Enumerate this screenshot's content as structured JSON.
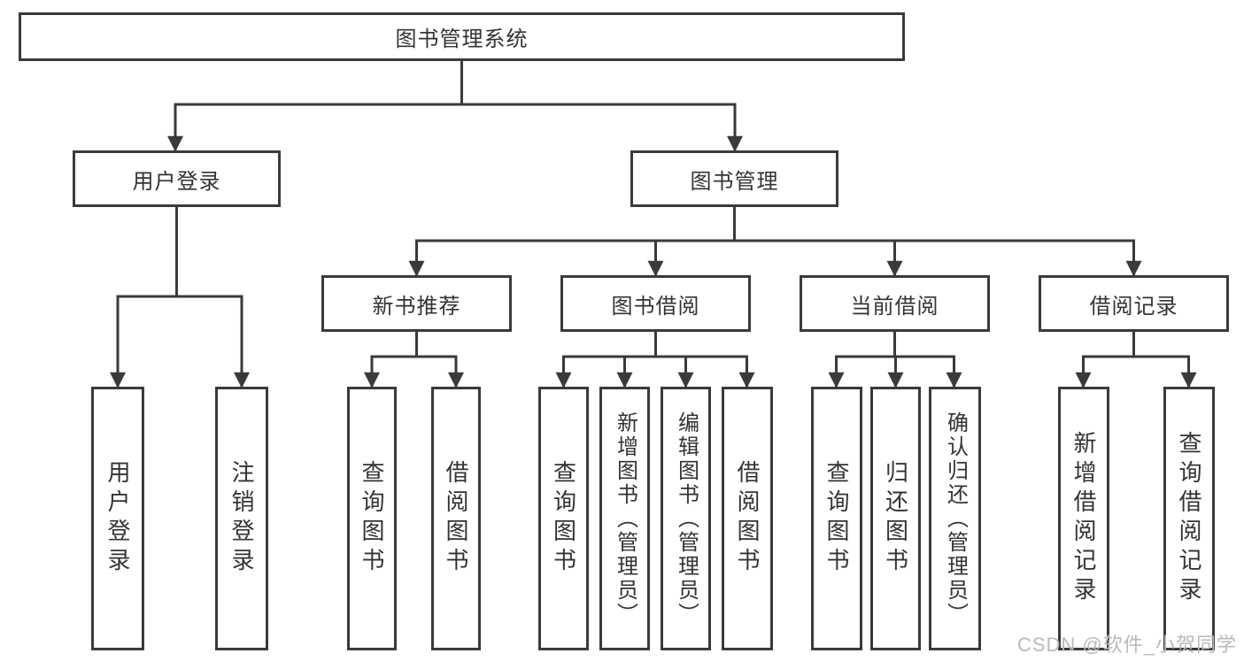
{
  "tree": {
    "label": "图书管理系统",
    "children": [
      {
        "label": "用户登录",
        "children": [
          {
            "label": "用户登录"
          },
          {
            "label": "注销登录"
          }
        ]
      },
      {
        "label": "图书管理",
        "children": [
          {
            "label": "新书推荐",
            "children": [
              {
                "label": "查询图书"
              },
              {
                "label": "借阅图书"
              }
            ]
          },
          {
            "label": "图书借阅",
            "children": [
              {
                "label": "查询图书"
              },
              {
                "label": "新增图书（管理员）"
              },
              {
                "label": "编辑图书（管理员）"
              },
              {
                "label": "借阅图书"
              }
            ]
          },
          {
            "label": "当前借阅",
            "children": [
              {
                "label": "查询图书"
              },
              {
                "label": "归还图书"
              },
              {
                "label": "确认归还（管理员）"
              }
            ]
          },
          {
            "label": "借阅记录",
            "children": [
              {
                "label": "新增借阅记录"
              },
              {
                "label": "查询借阅记录"
              }
            ]
          }
        ]
      }
    ]
  },
  "watermark": {
    "text": "CSDN @软件_小贺同学"
  },
  "colors": {
    "stroke": "#3a3a3a",
    "text": "#333333",
    "watermark": "#b9b9b9"
  }
}
